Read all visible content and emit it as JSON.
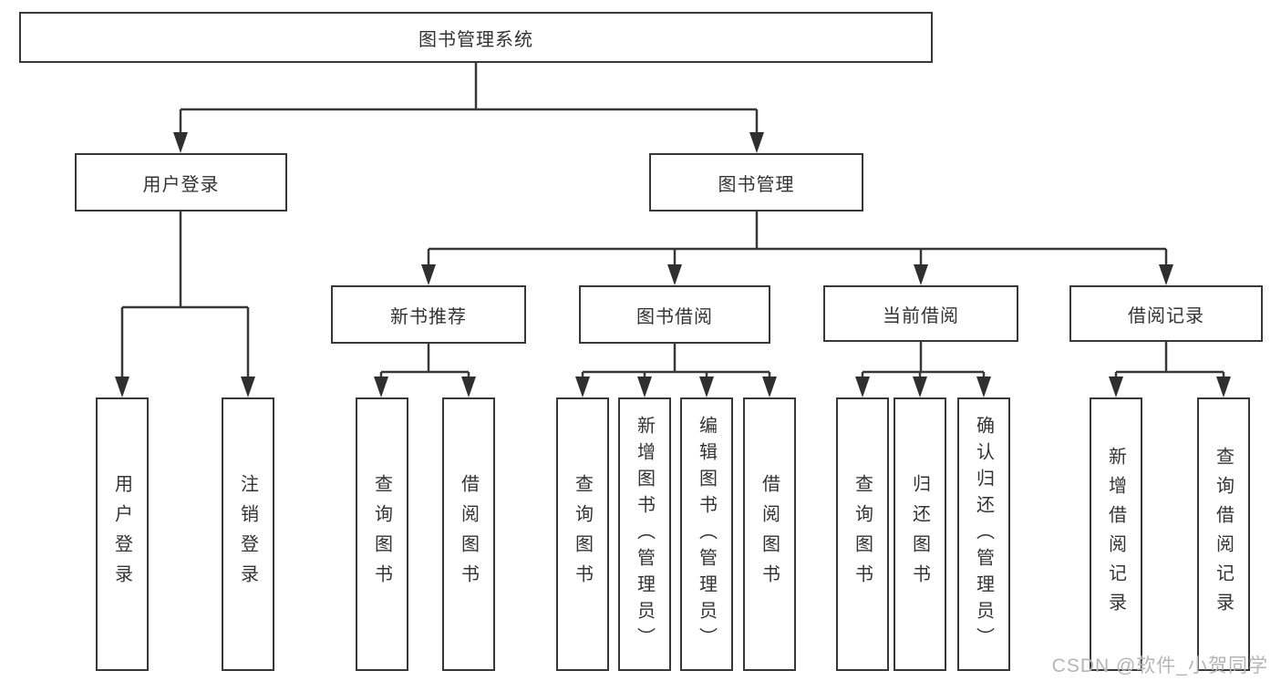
{
  "colors": {
    "line": "#383838",
    "box_border": "#383838",
    "arrowhead": "#2f2f2f",
    "text": "#333333",
    "watermark": "#b5b5b5",
    "background": "#ffffff"
  },
  "tree": {
    "label": "图书管理系统",
    "children": [
      {
        "label": "用户登录",
        "children": [
          {
            "label": "用户登录"
          },
          {
            "label": "注销登录"
          }
        ]
      },
      {
        "label": "图书管理",
        "children": [
          {
            "label": "新书推荐",
            "children": [
              {
                "label": "查询图书"
              },
              {
                "label": "借阅图书"
              }
            ]
          },
          {
            "label": "图书借阅",
            "children": [
              {
                "label": "查询图书"
              },
              {
                "label": "新增图书（管理员）"
              },
              {
                "label": "编辑图书（管理员）"
              },
              {
                "label": "借阅图书"
              }
            ]
          },
          {
            "label": "当前借阅",
            "children": [
              {
                "label": "查询图书"
              },
              {
                "label": "归还图书"
              },
              {
                "label": "确认归还（管理员）"
              }
            ]
          },
          {
            "label": "借阅记录",
            "children": [
              {
                "label": "新增借阅记录"
              },
              {
                "label": "查询借阅记录"
              }
            ]
          }
        ]
      }
    ]
  },
  "watermark": {
    "text": "CSDN @软件_小贺同学"
  }
}
